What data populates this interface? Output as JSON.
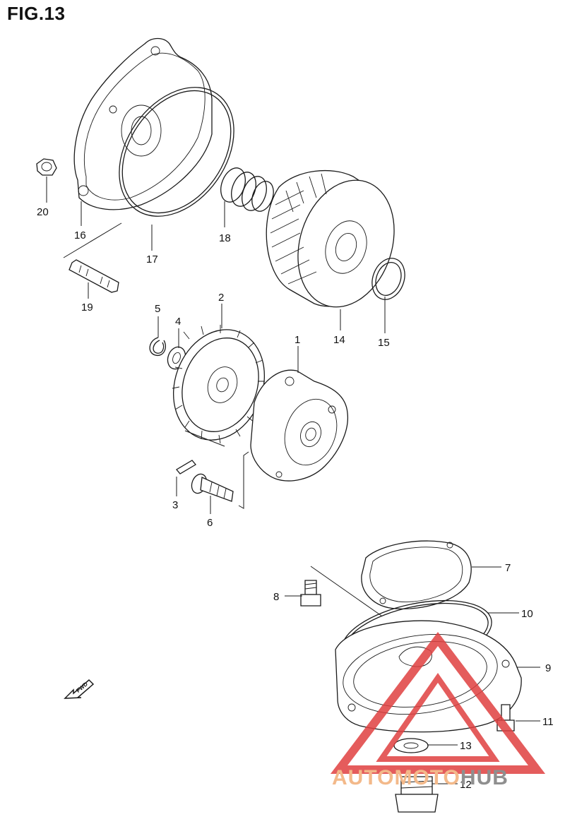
{
  "figure": {
    "title": "FIG.13"
  },
  "callouts": [
    "1",
    "2",
    "3",
    "4",
    "5",
    "6",
    "7",
    "8",
    "9",
    "10",
    "11",
    "12",
    "13",
    "14",
    "15",
    "16",
    "17",
    "18",
    "19",
    "20"
  ],
  "direction_marker": {
    "label": "FWD",
    "icon": "arrow-left-down-icon"
  },
  "watermark": {
    "part1": "AUTOMOTO",
    "part2": "HUB",
    "color_primary": "#e04040",
    "color_secondary": "#f3b98a"
  },
  "colors": {
    "line": "#1a1a1a",
    "background": "#ffffff"
  }
}
